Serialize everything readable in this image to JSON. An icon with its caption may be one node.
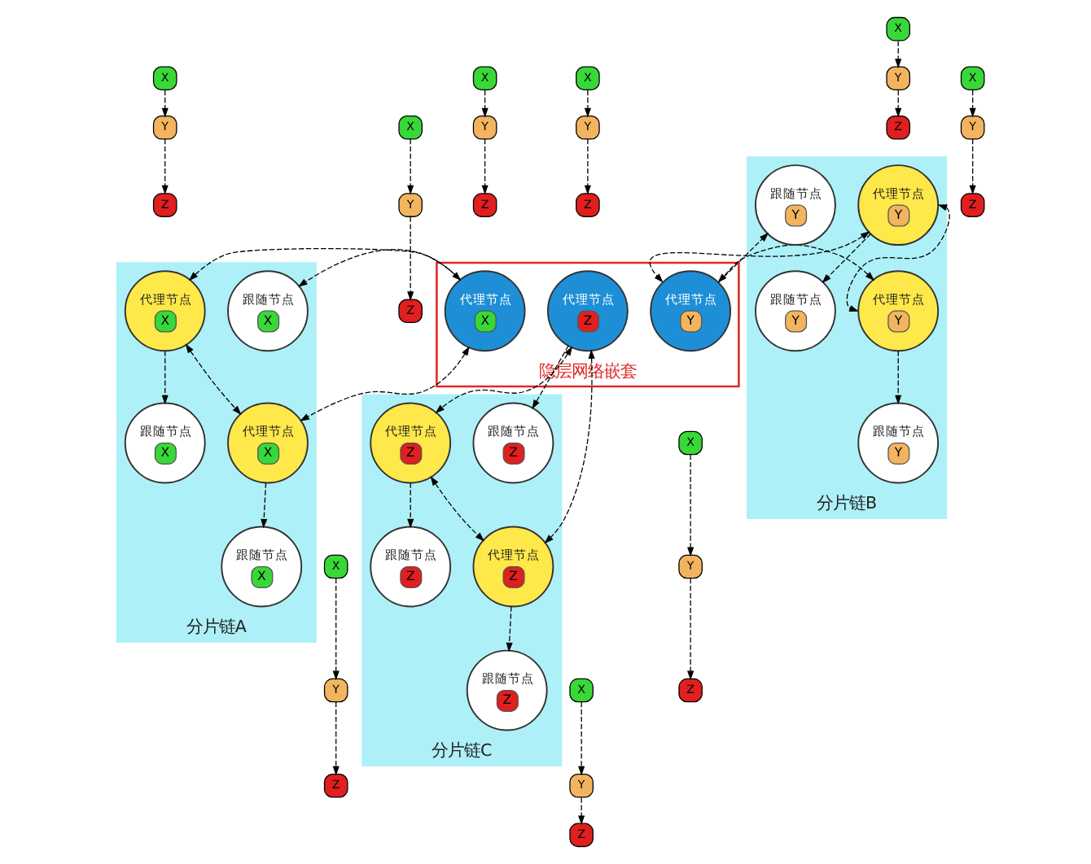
{
  "diagram": {
    "nodes": [
      {
        "text": [
          "分片链B"
        ]
      },
      {
        "text": [
          "跟随节点",
          "Y"
        ],
        "in": 0
      },
      {
        "text": [
          "代理节点",
          "Y"
        ],
        "in": 0
      },
      {
        "text": [
          "代理节点",
          "Y"
        ],
        "in": 0
      },
      {
        "text": [
          "跟随节点",
          "Y"
        ],
        "in": 0
      },
      {
        "text": [
          "跟随节点",
          "Y"
        ],
        "in": 0
      },
      {
        "text": [
          "隐层网络嵌套"
        ]
      },
      {
        "text": [
          "代理节点",
          "Y"
        ],
        "in": 6
      },
      {
        "text": [
          "代理节点",
          "X"
        ],
        "in": 6
      },
      {
        "text": [
          "代理节点",
          "Z"
        ],
        "in": 6
      },
      {
        "text": [
          "分片链A"
        ]
      },
      {
        "text": [
          "跟随节点",
          "X"
        ],
        "in": 10
      },
      {
        "text": [
          "代理节点",
          "X"
        ],
        "in": 10
      },
      {
        "text": [
          "跟随节点",
          "X"
        ],
        "in": 10
      },
      {
        "text": [
          "跟随节点",
          "X"
        ],
        "in": 10
      },
      {
        "text": [
          "代理节点",
          "X"
        ],
        "in": 10
      },
      {
        "text": [
          "分片链C"
        ]
      },
      {
        "text": [
          "跟随节点",
          "Z"
        ],
        "in": 16
      },
      {
        "text": [
          "代理节点",
          "Z"
        ],
        "in": 16
      },
      {
        "text": [
          "跟随节点",
          "Z"
        ],
        "in": 16
      },
      {
        "text": [
          "跟随节点",
          "Z"
        ],
        "in": 16
      },
      {
        "text": [
          "代理节点",
          "Z"
        ],
        "in": 16
      },
      {
        "text": [
          "X"
        ]
      },
      {
        "text": [
          "Y"
        ]
      },
      {
        "text": [
          "Z"
        ]
      },
      {
        "text": [
          "X"
        ]
      },
      {
        "text": [
          "Y"
        ]
      },
      {
        "text": [
          "Z"
        ]
      },
      {
        "text": [
          "X"
        ]
      },
      {
        "text": [
          "Y"
        ]
      },
      {
        "text": [
          "Z"
        ]
      },
      {
        "text": [
          "X"
        ]
      },
      {
        "text": [
          "Y"
        ]
      },
      {
        "text": [
          "Z"
        ]
      },
      {
        "text": [
          "X"
        ]
      },
      {
        "text": [
          "Y"
        ]
      },
      {
        "text": [
          "Z"
        ]
      },
      {
        "text": [
          "X"
        ]
      },
      {
        "text": [
          "Y"
        ]
      },
      {
        "text": [
          "Z"
        ]
      },
      {
        "text": [
          "X"
        ]
      },
      {
        "text": [
          "Y"
        ]
      },
      {
        "text": [
          "Z"
        ]
      },
      {
        "text": [
          "X"
        ]
      },
      {
        "text": [
          "Y"
        ]
      },
      {
        "text": [
          "Z"
        ]
      },
      {
        "text": [
          "X"
        ]
      },
      {
        "text": [
          "Y"
        ]
      },
      {
        "text": [
          "Z"
        ]
      }
    ],
    "edges": [
      {
        "from": 2,
        "to": 3,
        "arrow": "both",
        "style": "dashed"
      },
      {
        "from": 2,
        "to": 7,
        "arrow": "both",
        "style": "dashed"
      },
      {
        "from": 3,
        "to": 7,
        "arrow": "both",
        "style": "dashed"
      },
      {
        "from": 2,
        "to": 4,
        "arrow": "to",
        "style": "dashed"
      },
      {
        "from": 3,
        "to": 1,
        "arrow": "to",
        "style": "dashed"
      },
      {
        "from": 7,
        "to": 5,
        "arrow": "to",
        "style": "dashed"
      },
      {
        "from": 12,
        "to": 8,
        "arrow": "both",
        "style": "dashed"
      },
      {
        "from": 12,
        "to": 15,
        "arrow": "both",
        "style": "dashed"
      },
      {
        "from": 8,
        "to": 15,
        "arrow": "both",
        "style": "dashed"
      },
      {
        "from": 12,
        "to": 13,
        "arrow": "to",
        "style": "dashed"
      },
      {
        "from": 8,
        "to": 11,
        "arrow": "to",
        "style": "dashed"
      },
      {
        "from": 15,
        "to": 14,
        "arrow": "to",
        "style": "dashed"
      },
      {
        "from": 9,
        "to": 18,
        "arrow": "both",
        "style": "dashed"
      },
      {
        "from": 9,
        "to": 21,
        "arrow": "both",
        "style": "dashed"
      },
      {
        "from": 18,
        "to": 21,
        "arrow": "both",
        "style": "dashed"
      },
      {
        "from": 9,
        "to": 19,
        "arrow": "to",
        "style": "dashed"
      },
      {
        "from": 18,
        "to": 17,
        "arrow": "to",
        "style": "dashed"
      },
      {
        "from": 21,
        "to": 20,
        "arrow": "to",
        "style": "dashed"
      },
      {
        "from": 22,
        "to": 23,
        "arrow": "to",
        "style": "dashed"
      },
      {
        "from": 23,
        "to": 24,
        "arrow": "to",
        "style": "dashed"
      },
      {
        "from": 25,
        "to": 26,
        "arrow": "to",
        "style": "dashed"
      },
      {
        "from": 26,
        "to": 27,
        "arrow": "to",
        "style": "dashed"
      },
      {
        "from": 28,
        "to": 29,
        "arrow": "to",
        "style": "dashed"
      },
      {
        "from": 29,
        "to": 30,
        "arrow": "to",
        "style": "dashed"
      },
      {
        "from": 31,
        "to": 32,
        "arrow": "to",
        "style": "dashed"
      },
      {
        "from": 32,
        "to": 33,
        "arrow": "to",
        "style": "dashed"
      },
      {
        "from": 34,
        "to": 35,
        "arrow": "to",
        "style": "dashed"
      },
      {
        "from": 35,
        "to": 36,
        "arrow": "to",
        "style": "dashed"
      },
      {
        "from": 37,
        "to": 38,
        "arrow": "to",
        "style": "dashed"
      },
      {
        "from": 38,
        "to": 39,
        "arrow": "to",
        "style": "dashed"
      },
      {
        "from": 40,
        "to": 41,
        "arrow": "to",
        "style": "dashed"
      },
      {
        "from": 41,
        "to": 42,
        "arrow": "to",
        "style": "dashed"
      },
      {
        "from": 43,
        "to": 44,
        "arrow": "to",
        "style": "dashed"
      },
      {
        "from": 44,
        "to": 45,
        "arrow": "to",
        "style": "dashed"
      },
      {
        "from": 46,
        "to": 47,
        "arrow": "to",
        "style": "dashed"
      },
      {
        "from": 47,
        "to": 48,
        "arrow": "to",
        "style": "dashed"
      }
    ]
  }
}
